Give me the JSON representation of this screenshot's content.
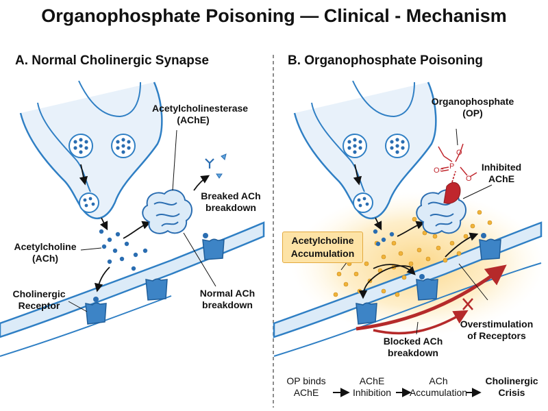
{
  "title": "Organophosphate Poisoning — Clinical - Mechanism",
  "panels": {
    "a": {
      "title": "A. Normal Cholinergic Synapse"
    },
    "b": {
      "title": "B. Organophosphate Poisoning"
    }
  },
  "labels": {
    "ache": [
      "Acetylcholinesterase",
      "(AChE)"
    ],
    "breaked": [
      "Breaked ACh",
      "breakdown"
    ],
    "ach": [
      "Acetylcholine",
      "(ACh)"
    ],
    "receptor": [
      "Cholinergic",
      "Receptor"
    ],
    "normal_breakdown": [
      "Normal ACh",
      "breakdown"
    ],
    "op": [
      "Organophosphate",
      "(OP)"
    ],
    "inhibited": [
      "Inhibited",
      "AChE"
    ],
    "accumulation": [
      "Acetylcholine",
      "Accumulation"
    ],
    "overstim": [
      "Overstimulation",
      "of Receptors"
    ],
    "blocked": [
      "Blocked ACh",
      "breakdown"
    ]
  },
  "flow": [
    {
      "lines": [
        "OP binds",
        "AChE"
      ]
    },
    {
      "lines": [
        "AChE",
        "Inhibition"
      ]
    },
    {
      "lines": [
        "ACh",
        "Accumulation"
      ]
    },
    {
      "lines": [
        "Cholinergic",
        "Crisis"
      ]
    }
  ],
  "colors": {
    "membrane": "#2f7fc4",
    "membrane_fill": "#dcebf8",
    "receptor": "#3d84c6",
    "ach": "#2a6db1",
    "accum_dot": "#f0b33a",
    "glow": "#fbd27a",
    "op_red": "#c0262d",
    "overstim": "#b52a2a"
  }
}
